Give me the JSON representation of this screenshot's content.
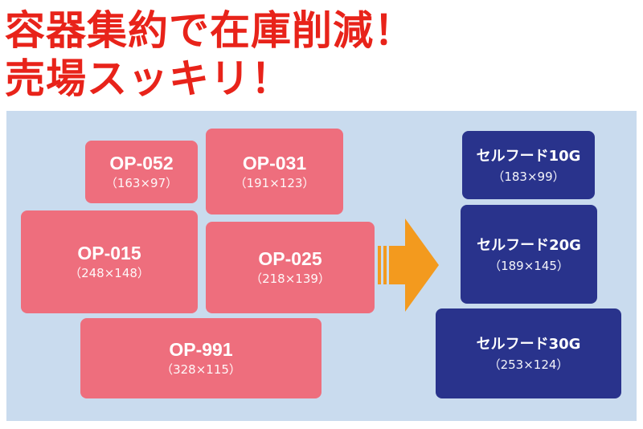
{
  "headline": {
    "line1": "容器集約で在庫削減！",
    "line2": "売場スッキリ！"
  },
  "before_containers": [
    {
      "name": "OP-052",
      "dims": "（163×97）"
    },
    {
      "name": "OP-031",
      "dims": "（191×123）"
    },
    {
      "name": "OP-015",
      "dims": "（248×148）"
    },
    {
      "name": "OP-025",
      "dims": "（218×139）"
    },
    {
      "name": "OP-991",
      "dims": "（328×115）"
    }
  ],
  "after_containers": [
    {
      "name": "セルフード10G",
      "dims": "（183×99）"
    },
    {
      "name": "セルフード20G",
      "dims": "（189×145）"
    },
    {
      "name": "セルフード30G",
      "dims": "（253×124）"
    }
  ],
  "colors": {
    "headline": "#e8231a",
    "panel_background": "#c9dbee",
    "before_box": "#ee6e7d",
    "after_box": "#29338c",
    "arrow": "#f39a1e"
  },
  "icons": {
    "transition": "arrow-right-icon"
  }
}
